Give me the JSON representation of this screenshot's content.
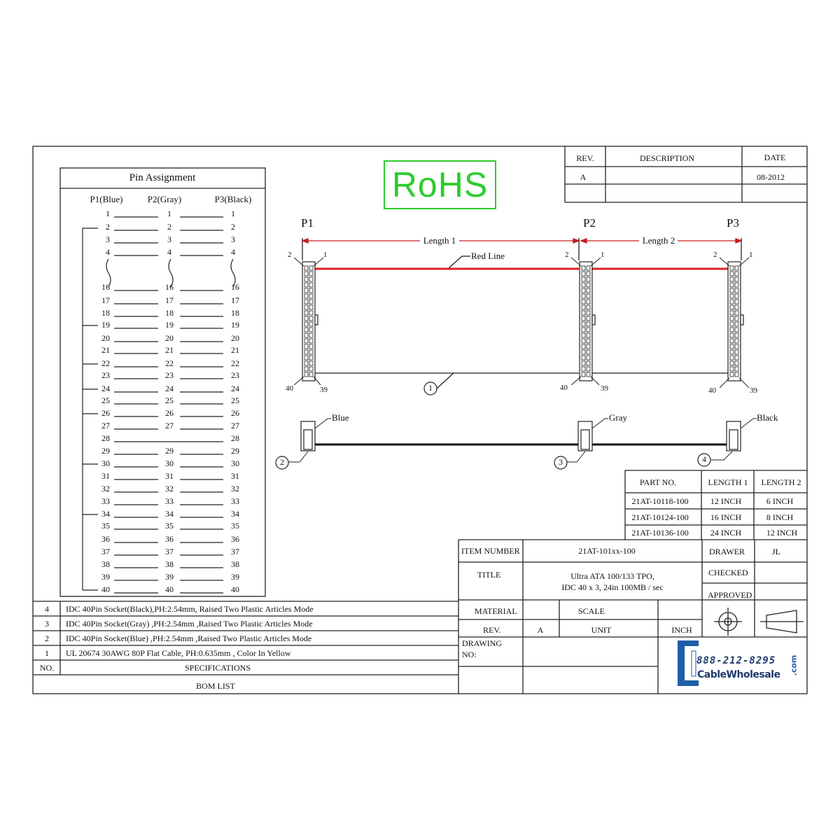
{
  "rohs": "RoHS",
  "pin_table": {
    "title": "Pin Assignment",
    "headers": [
      "P1(Blue)",
      "P2(Gray)",
      "P3(Black)"
    ],
    "rows": [
      [
        "1",
        "1",
        "1"
      ],
      [
        "2",
        "2",
        "2"
      ],
      [
        "3",
        "3",
        "3"
      ],
      [
        "4",
        "4",
        "4"
      ],
      [
        "16",
        "16",
        "16"
      ],
      [
        "17",
        "17",
        "17"
      ],
      [
        "18",
        "18",
        "18"
      ],
      [
        "19",
        "19",
        "19"
      ],
      [
        "20",
        "20",
        "20"
      ],
      [
        "21",
        "21",
        "21"
      ],
      [
        "22",
        "22",
        "22"
      ],
      [
        "23",
        "23",
        "23"
      ],
      [
        "24",
        "24",
        "24"
      ],
      [
        "25",
        "25",
        "25"
      ],
      [
        "26",
        "26",
        "26"
      ],
      [
        "27",
        "27",
        "27"
      ],
      [
        "28",
        "",
        "28"
      ],
      [
        "29",
        "29",
        "29"
      ],
      [
        "30",
        "30",
        "30"
      ],
      [
        "31",
        "31",
        "31"
      ],
      [
        "32",
        "32",
        "32"
      ],
      [
        "33",
        "33",
        "33"
      ],
      [
        "34",
        "34",
        "34"
      ],
      [
        "35",
        "35",
        "35"
      ],
      [
        "36",
        "36",
        "36"
      ],
      [
        "37",
        "37",
        "37"
      ],
      [
        "38",
        "38",
        "38"
      ],
      [
        "39",
        "39",
        "39"
      ],
      [
        "40",
        "40",
        "40"
      ]
    ]
  },
  "revision_block": {
    "headers": {
      "rev": "REV.",
      "description": "DESCRIPTION",
      "date": "DATE"
    },
    "rows": [
      {
        "rev": "A",
        "description": "",
        "date": "08-2012"
      }
    ]
  },
  "drawing": {
    "connectors": [
      "P1",
      "P2",
      "P3"
    ],
    "length1": "Length 1",
    "length2": "Length 2",
    "red_line": "Red Line",
    "pin_labels": {
      "top_left": "2",
      "top_right": "1",
      "bottom_left": "40",
      "bottom_right": "39"
    },
    "colors": [
      "Blue",
      "Gray",
      "Black"
    ],
    "balloons": [
      "1",
      "2",
      "3",
      "4"
    ],
    "red_color": "#e02020"
  },
  "parts_table": {
    "headers": [
      "PART NO.",
      "LENGTH 1",
      "LENGTH 2"
    ],
    "rows": [
      [
        "21AT-10118-100",
        "12 INCH",
        "6 INCH"
      ],
      [
        "21AT-10124-100",
        "16 INCH",
        "8 INCH"
      ],
      [
        "21AT-10136-100",
        "24 INCH",
        "12 INCH"
      ]
    ]
  },
  "title_block": {
    "item_number_label": "ITEM NUMBER",
    "item_number": "21AT-101xx-100",
    "drawer_label": "DRAWER",
    "drawer": "JL",
    "title_label": "TITLE",
    "title_line1": "Ultra ATA 100/133 TPO,",
    "title_line2": "IDC 40 x 3, 24in 100MB / sec",
    "checked_label": "CHECKED",
    "approved_label": "APPROVED",
    "material_label": "MATERIAL",
    "scale_label": "SCALE",
    "rev_label": "REV.",
    "rev": "A",
    "unit_label": "UNIT",
    "unit": "INCH",
    "drawing_no_label_1": "DRAWING",
    "drawing_no_label_2": "NO:",
    "logo_phone": "888-212-8295",
    "logo_name": "CableWholesale",
    "logo_com": ".com"
  },
  "bom": {
    "items": [
      {
        "no": "4",
        "spec": "IDC 40Pin Socket(Black),PH:2.54mm, Raised Two Plastic Articles Mode"
      },
      {
        "no": "3",
        "spec": "IDC 40Pin Socket(Gray) ,PH:2.54mm ,Raised Two Plastic Articles Mode"
      },
      {
        "no": "2",
        "spec": "IDC 40Pin Socket(Blue) ,PH:2.54mm ,Raised Two Plastic Articles Mode"
      },
      {
        "no": "1",
        "spec": "UL 20674 30AWG 80P Flat Cable, PH:0.635mm , Color In Yellow"
      }
    ],
    "no_header": "NO.",
    "spec_header": "SPECIFICATIONS",
    "footer": "BOM LIST"
  }
}
